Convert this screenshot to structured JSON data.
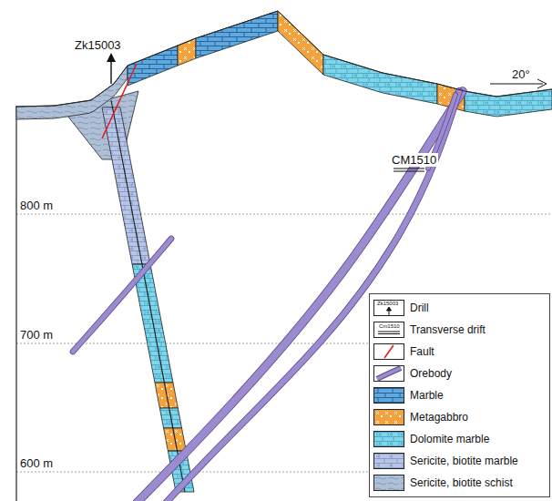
{
  "diagram": {
    "labels": [
      "Zk15003",
      "20°",
      "CM1510",
      "800 m",
      "700 m",
      "600 m",
      "Zk15003",
      "Cm1510"
    ],
    "legend": [
      {
        "text": "Drill"
      },
      {
        "text": "Transverse drift"
      },
      {
        "text": "Fault"
      },
      {
        "text": "Orebody"
      },
      {
        "text": "Marble",
        "color": "#5ea9de"
      },
      {
        "text": "Metagabbro",
        "color": "#f4a23c"
      },
      {
        "text": "Dolomite marble",
        "color": "#7fd6ea"
      },
      {
        "text": "Sericite, biotite marble",
        "color": "#b7c6e8"
      },
      {
        "text": "Sericite, biotite schist",
        "color": "#aebfd8"
      }
    ]
  }
}
